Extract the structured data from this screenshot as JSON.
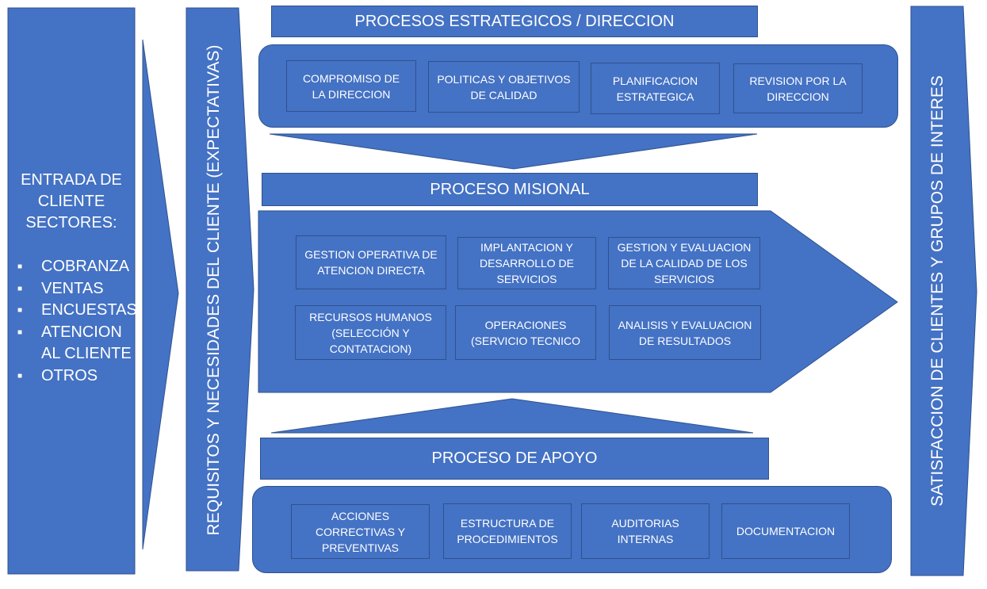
{
  "colors": {
    "fill": "#4472c4",
    "border": "#2f528f",
    "text": "#ffffff"
  },
  "entrada": {
    "title": "ENTRADA DE\nCLIENTE\nSECTORES:",
    "items": [
      "COBRANZA",
      "VENTAS",
      "ENCUESTAS",
      "ATENCION\nAL CLIENTE",
      "OTROS"
    ]
  },
  "requisitos": {
    "label": "REQUISITOS Y NECESIDADES DEL CLIENTE (EXPECTATIVAS)"
  },
  "satisfaccion": {
    "label": "SATISFACCION DE CLIENTES Y GRUPOS DE INTERES"
  },
  "estrategicos": {
    "title": "PROCESOS ESTRATEGICOS / DIRECCION",
    "boxes": [
      "COMPROMISO DE\nLA DIRECCION",
      "POLITICAS Y OBJETIVOS\nDE CALIDAD",
      "PLANIFICACION\nESTRATEGICA",
      "REVISION POR LA\nDIRECCION"
    ]
  },
  "misional": {
    "title": "PROCESO MISIONAL",
    "boxes": [
      "GESTION OPERATIVA DE\nATENCION DIRECTA",
      "IMPLANTACION Y\nDESARROLLO DE\nSERVICIOS",
      "GESTION Y EVALUACION\nDE LA CALIDAD DE LOS\nSERVICIOS",
      "RECURSOS HUMANOS\n(SELECCIÓN Y\nCONTATACION)",
      "OPERACIONES\n(SERVICIO TECNICO",
      "ANALISIS Y EVALUACION\nDE RESULTADOS"
    ]
  },
  "apoyo": {
    "title": "PROCESO DE APOYO",
    "boxes": [
      "ACCIONES\nCORRECTIVAS Y\nPREVENTIVAS",
      "ESTRUCTURA DE\nPROCEDIMIENTOS",
      "AUDITORIAS\nINTERNAS",
      "DOCUMENTACION"
    ]
  }
}
